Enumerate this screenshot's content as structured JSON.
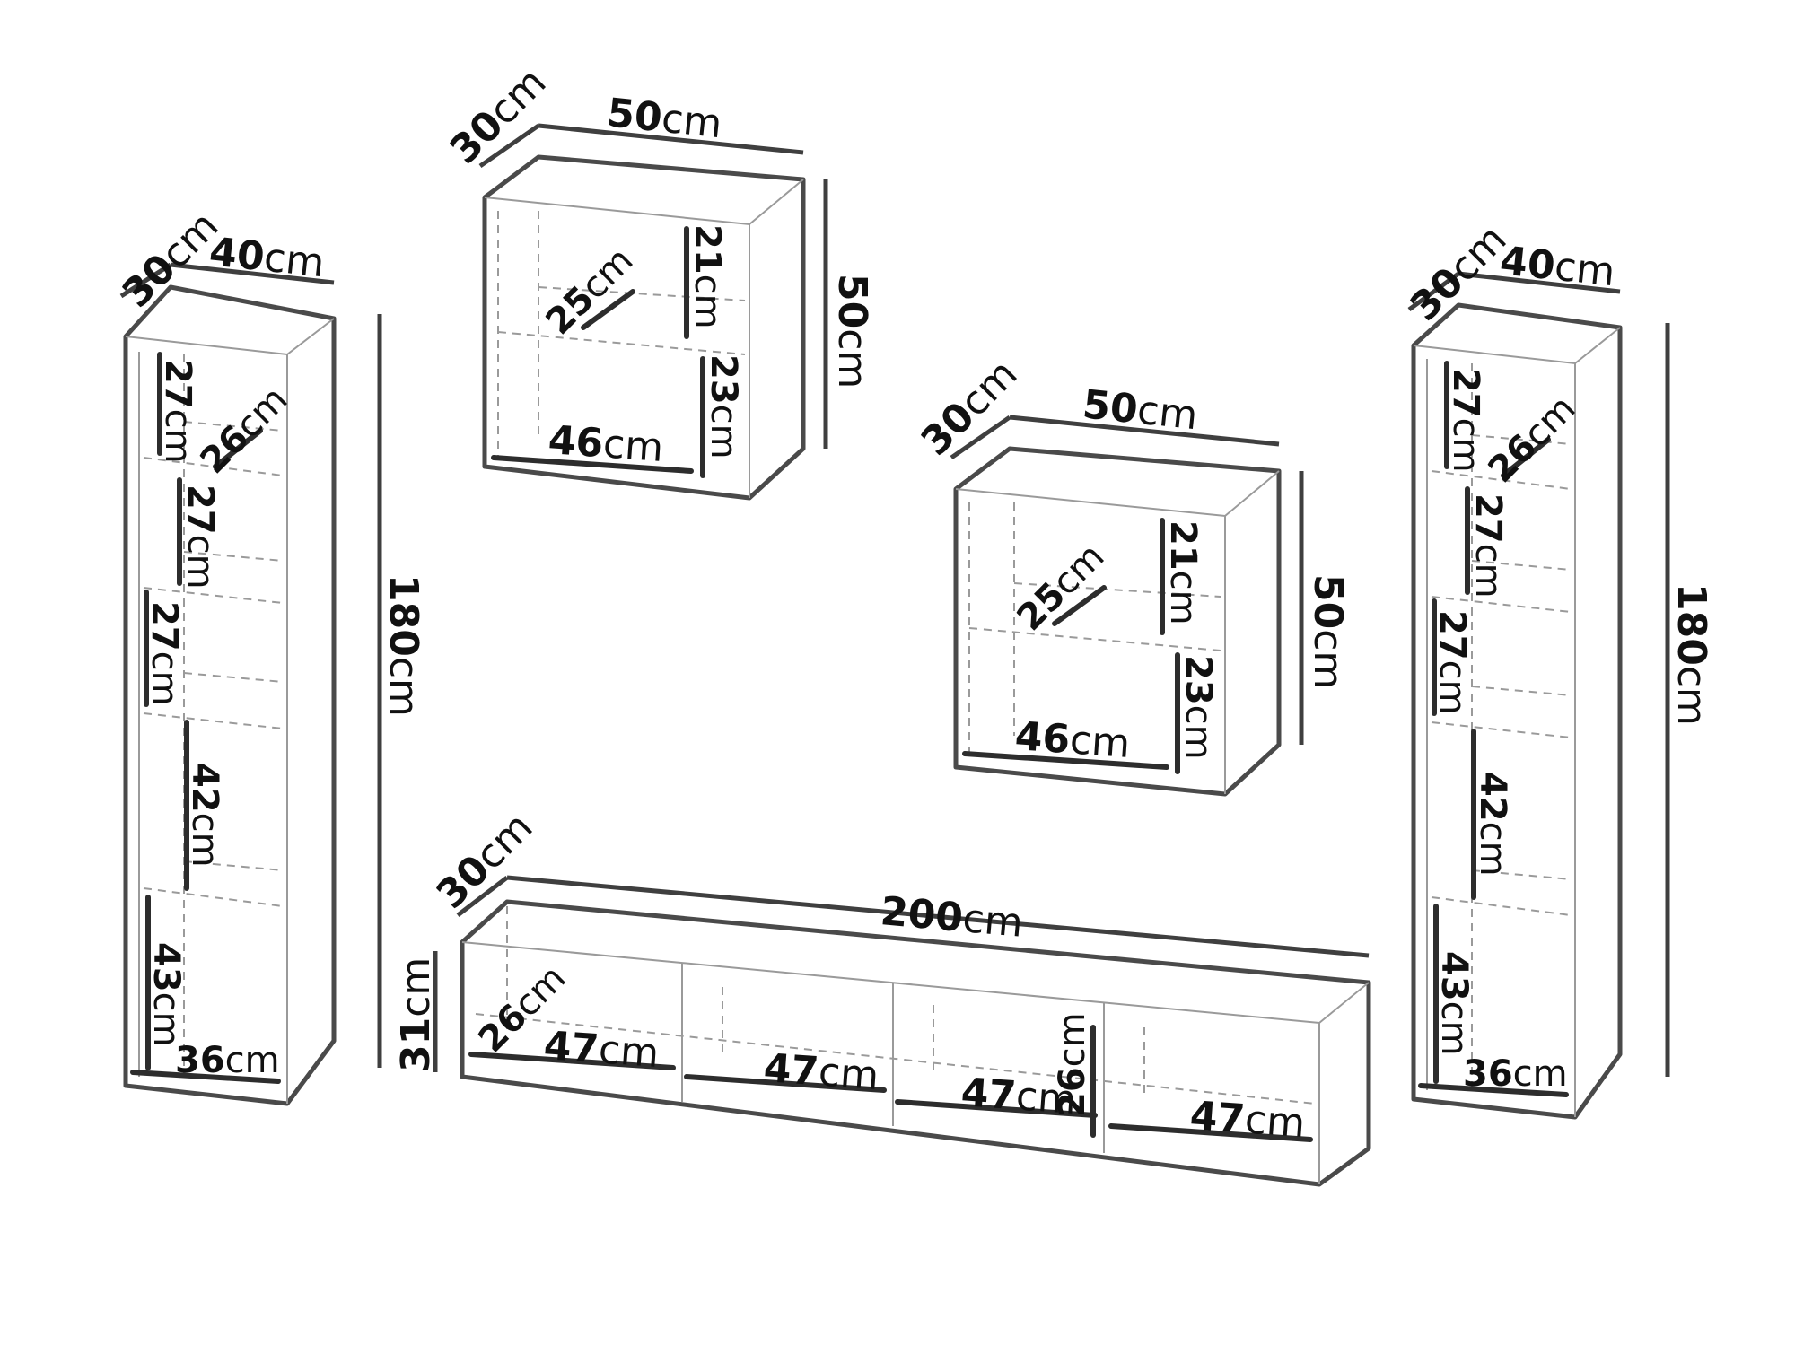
{
  "units": {
    "left_cabinet": {
      "width": "40",
      "depth": "30",
      "height": "180",
      "shelves": [
        "27",
        "27",
        "27",
        "42",
        "43"
      ],
      "inner_depth": "26",
      "inner_width": "36"
    },
    "top_cabinet_1": {
      "width": "50",
      "depth": "30",
      "height": "50",
      "inner_depth": "25",
      "upper_height": "21",
      "lower_height": "23",
      "inner_width": "46"
    },
    "top_cabinet_2": {
      "width": "50",
      "depth": "30",
      "height": "50",
      "inner_depth": "25",
      "upper_height": "21",
      "lower_height": "23",
      "inner_width": "46"
    },
    "right_cabinet": {
      "width": "40",
      "depth": "30",
      "height": "180",
      "shelves": [
        "27",
        "27",
        "27",
        "42",
        "43"
      ],
      "inner_depth": "26",
      "inner_width": "36"
    },
    "tv_stand": {
      "width": "200",
      "depth": "30",
      "height": "31",
      "inner_depth": "26",
      "inner_height": "26",
      "compartments": [
        "47",
        "47",
        "47",
        "47"
      ]
    }
  },
  "unit_suffix": "cm",
  "colors": {
    "outline": "#4a4a4a",
    "text": "#111111",
    "dashed": "#9a9a9a"
  }
}
